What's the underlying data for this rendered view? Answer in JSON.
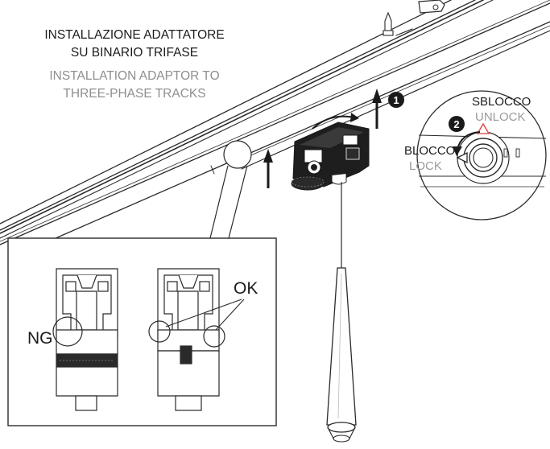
{
  "title": {
    "line1": "INSTALLAZIONE ADATTATORE",
    "line2": "SU BINARIO TRIFASE",
    "line3": "INSTALLATION ADAPTOR TO",
    "line4": "THREE-PHASE TRACKS"
  },
  "steps": {
    "step1": "1",
    "step2": "2"
  },
  "lock_callout": {
    "unlock_it": "SBLOCCO",
    "unlock_en": "UNLOCK",
    "lock_it": "BLOCCO",
    "lock_en": "LOCK"
  },
  "inset": {
    "wrong_label": "NG",
    "right_label": "OK"
  },
  "colors": {
    "line": "#2a2a2a",
    "gray_text": "#9a9a9a",
    "red_accent": "#e05a5a",
    "adaptor_fill": "#1e1e1e"
  }
}
